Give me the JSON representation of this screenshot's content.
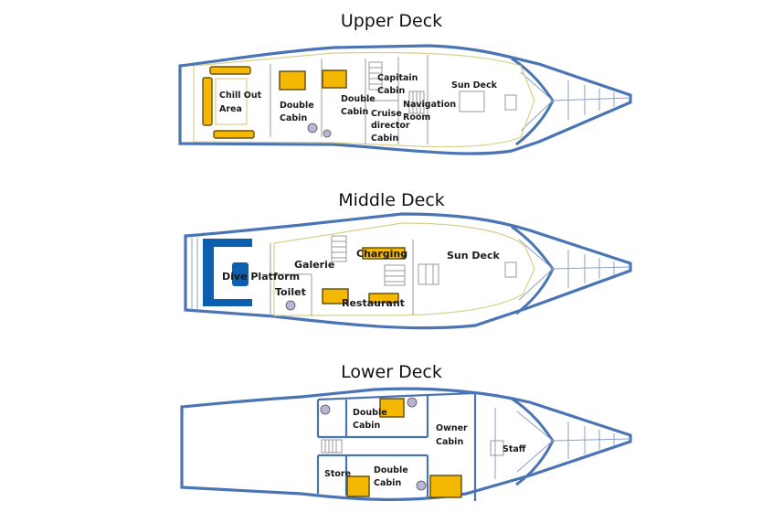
{
  "titles": {
    "upper": "Upper Deck",
    "middle": "Middle Deck",
    "lower": "Lower Deck"
  },
  "upper": {
    "chill_out_1": "Chill Out",
    "chill_out_2": "Area",
    "double_cabin_a_1": "Double",
    "double_cabin_a_2": "Cabin",
    "double_cabin_b_1": "Double",
    "double_cabin_b_2": "Cabin",
    "capitain_1": "Capitain",
    "capitain_2": "Cabin",
    "cruise_1": "Cruise",
    "cruise_2": "director",
    "cruise_3": "Cabin",
    "navigation_1": "Navigation",
    "navigation_2": "Room",
    "sun_deck": "Sun Deck"
  },
  "middle": {
    "galerie": "Galerie",
    "charging": "Charging",
    "sun_deck": "Sun Deck",
    "dive_platform": "Dive Platform",
    "toilet": "Toilet",
    "restaurant": "Restaurant"
  },
  "lower": {
    "double_cabin_a_1": "Double",
    "double_cabin_a_2": "Cabin",
    "owner_1": "Owner",
    "owner_2": "Cabin",
    "staff": "Staff",
    "store": "Store",
    "double_cabin_b_1": "Double",
    "double_cabin_b_2": "Cabin"
  },
  "colors": {
    "hull": "#4a74b4",
    "furniture": "#f5b800",
    "dive_platform": "#0d5fb0",
    "inner_line": "#d8cf8a"
  },
  "icons": [
    "toilet-icon",
    "bed-icon",
    "sofa-icon",
    "stairs-icon"
  ]
}
